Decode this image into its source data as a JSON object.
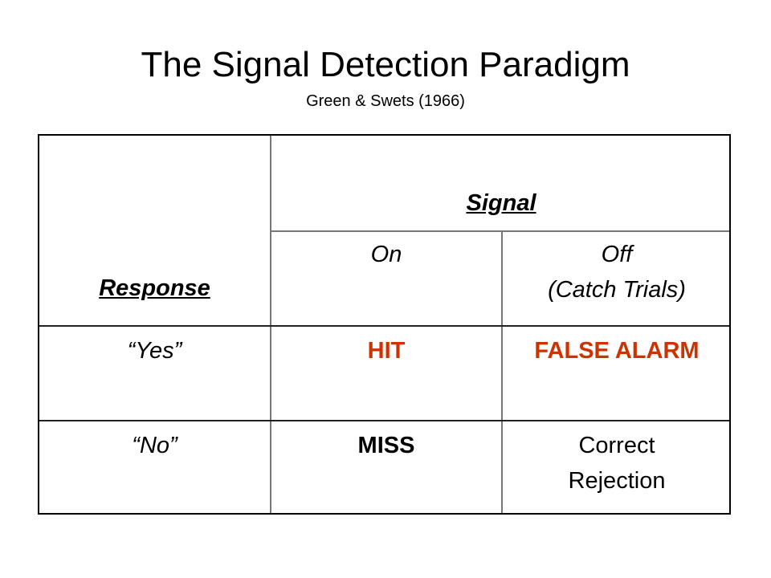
{
  "title": "The Signal Detection Paradigm",
  "subtitle": "Green & Swets (1966)",
  "table": {
    "signal_header": "Signal",
    "response_header": "Response",
    "on": "On",
    "off": "Off",
    "off_note": "(Catch Trials)",
    "yes": "“Yes”",
    "no": "“No”",
    "hit": "HIT",
    "false_alarm": "FALSE ALARM",
    "miss": "MISS",
    "correct_rejection_1": "Correct",
    "correct_rejection_2": "Rejection"
  },
  "colors": {
    "highlight": "#cc3300"
  }
}
